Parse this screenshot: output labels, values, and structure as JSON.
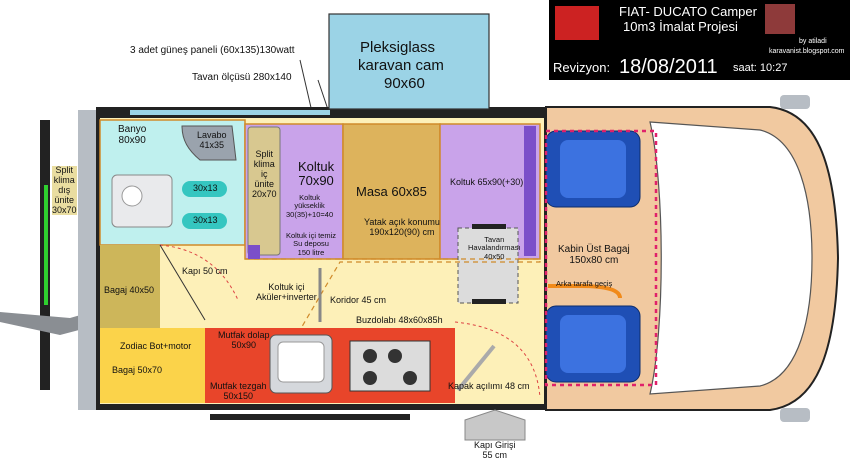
{
  "header": {
    "title_line1": "FIAT- DUCATO Camper",
    "title_line2": "10m3 İmalat Projesi",
    "revision_label": "Revizyon:",
    "revision_date": "18/08/2011",
    "time_label": "saat: 10:27",
    "author": "by atiladi",
    "blog": "karavanist.blogspot.com"
  },
  "notes": {
    "solar": "3 adet güneş paneli (60x135)130watt",
    "roof": "Tavan ölçüsü 280x140"
  },
  "skylight": {
    "line1": "Pleksiglass",
    "line2": "karavan cam",
    "line3": "90x60"
  },
  "left_unit": {
    "line1": "Split",
    "line2": "klima",
    "line3": "dış",
    "line4": "ünite",
    "line5": "30x70"
  },
  "rooms": {
    "banyo": {
      "line1": "Banyo",
      "line2": "80x90"
    },
    "lavabo": {
      "line1": "Lavabo",
      "line2": "41x35"
    },
    "shower_a": "30x13",
    "shower_b": "30x13",
    "split_ic": {
      "line1": "Split",
      "line2": "klima",
      "line3": "iç",
      "line4": "ünite",
      "line5": "20x70"
    },
    "koltuk": {
      "line1": "Koltuk",
      "line2": "70x90"
    },
    "koltuk_yuk": {
      "line1": "Koltuk",
      "line2": "yükseklik",
      "line3": "30(35)+10=40"
    },
    "su_deposu": {
      "line1": "Koltuk içi temiz",
      "line2": "Su deposu",
      "line3": "150 litre"
    },
    "masa": "Masa 60x85",
    "yatak": {
      "line1": "Yatak açık konumu",
      "line2": "190x120(90) cm"
    },
    "koltuk65": "Koltuk 65x90(+30)",
    "havalandirma": {
      "line1": "Tavan",
      "line2": "Havalandırması",
      "line3": "40x50"
    },
    "kabin": {
      "line1": "Kabin Üst Bagaj",
      "line2": "150x80 cm"
    },
    "arka": "Arka tarafa geçiş",
    "kapi": "Kapı 50 cm",
    "bagaj40": "Bagaj 40x50",
    "koltuk_ici": {
      "line1": "Koltuk içi",
      "line2": "Aküler+inverter"
    },
    "koridor": "Koridor 45 cm",
    "buzdolabi": "Buzdolabı 48x60x85h",
    "mutfak_dolap": {
      "line1": "Mutfak dolap",
      "line2": "50x90"
    },
    "zodiac": "Zodiac Bot+motor",
    "bagaj50": "Bagaj 50x70",
    "mutfak_tezgah": {
      "line1": "Mutfak tezgah",
      "line2": "50x150"
    },
    "kapak": "Kapak açılımı 48 cm",
    "kapi_girisi": {
      "line1": "Kapı Girişi",
      "line2": "55 cm"
    }
  },
  "colors": {
    "bathroom": "#bff0ee",
    "purple": "#c9a3ea",
    "table": "#ddb35c",
    "corridor": "#fdf0b8",
    "kitchen": "#e8452a",
    "storage": "#cdb65a",
    "cab": "#f1c9a0",
    "seat": "#1f4fb5",
    "skylight": "#9bd3e6"
  }
}
